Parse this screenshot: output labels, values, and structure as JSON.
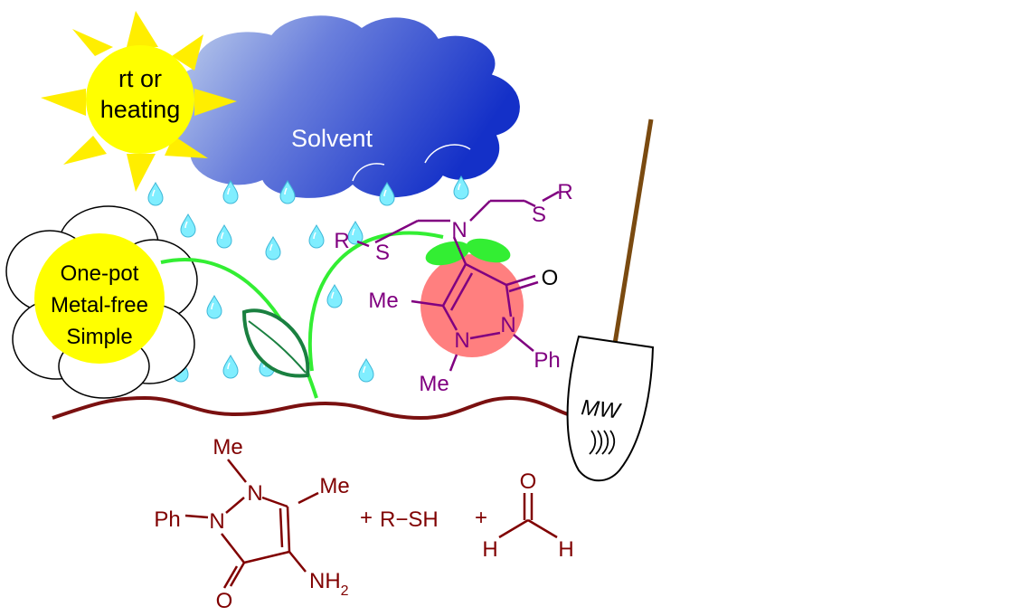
{
  "sun": {
    "line1": "rt or",
    "line2": "heating",
    "color": "#ffff00",
    "ray_color": "#ffee00"
  },
  "cloud": {
    "label": "Solvent"
  },
  "flower": {
    "line1": "One-pot",
    "line2": "Metal-free",
    "line3": "Simple",
    "color": "#ffff00"
  },
  "shovel": {
    "label": "MW"
  },
  "product": {
    "atoms": {
      "r_left": "R",
      "s_left": "S",
      "n_top": "N",
      "s_right": "S",
      "r_right": "R",
      "o_carbonyl": "O",
      "me_c": "Me",
      "n1": "N",
      "n2": "N",
      "ph": "Ph",
      "me_n": "Me"
    },
    "color": "#800080",
    "fruit_color": "#ff7f7f"
  },
  "reactants": {
    "antipyrine": {
      "me_top": "Me",
      "n_top": "N",
      "me_right": "Me",
      "ph": "Ph",
      "n_left": "N",
      "o": "O",
      "nh2": "NH",
      "sub2": "2"
    },
    "plus1": "+",
    "thiol": "R−SH",
    "plus2": "+",
    "formaldehyde": {
      "o": "O",
      "h_left": "H",
      "h_right": "H"
    },
    "color": "#800000"
  },
  "colors": {
    "ground": "#7a1010",
    "stem": "#33ee33",
    "leaf": "#1a8040",
    "drop": "#80eeff",
    "shovel_handle": "#7a4a10"
  }
}
